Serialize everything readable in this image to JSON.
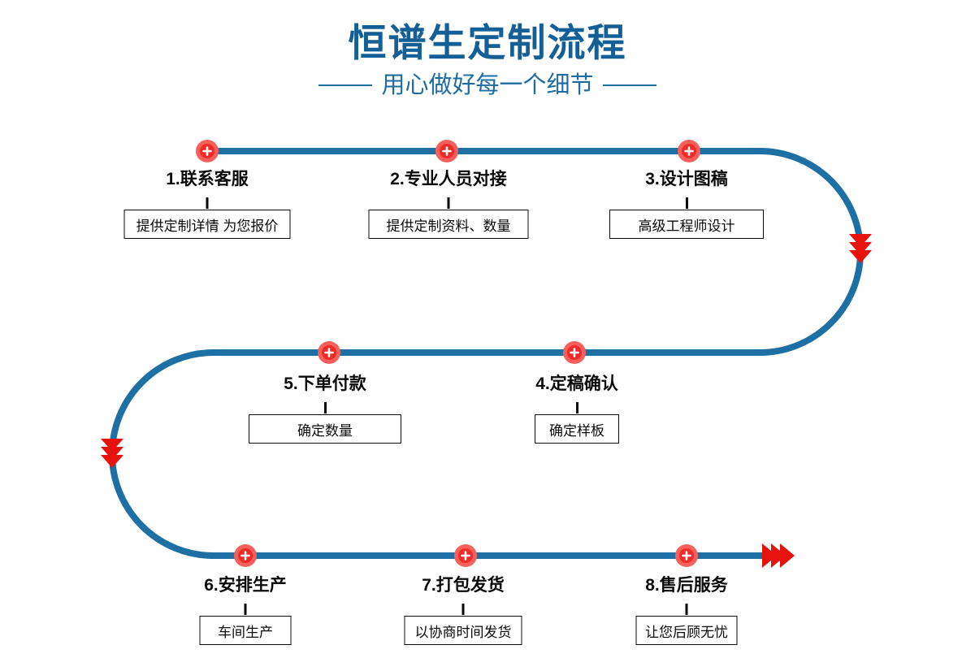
{
  "header": {
    "title": "恒谱生定制流程",
    "subtitle": "用心做好每一个细节"
  },
  "flow": {
    "steps": [
      {
        "label": "1.联系客服",
        "note": "提供定制详情 为您报价"
      },
      {
        "label": "2.专业人员对接",
        "note": "提供定制资料、数量"
      },
      {
        "label": "3.设计图稿",
        "note": "高级工程师设计"
      },
      {
        "label": "4.定稿确认",
        "note": "确定样板"
      },
      {
        "label": "5.下单付款",
        "note": "确定数量"
      },
      {
        "label": "6.安排生产",
        "note": "车间生产"
      },
      {
        "label": "7.打包发货",
        "note": "以协商时间发货"
      },
      {
        "label": "8.售后服务",
        "note": "让您后顾无忧"
      }
    ],
    "icons": {
      "marker": "plus-icon",
      "curve_arrow": "triple-chevron-down-icon",
      "end_arrow": "triple-chevron-right-icon"
    }
  },
  "theme": {
    "title_color": "#155f97",
    "accent": "#1d6da3",
    "line": "#1e6fa4",
    "marker": "#ee2b28",
    "marker_halo": "#f5605c",
    "arrow": "#e8120d",
    "ink": "#0a0a0a"
  }
}
